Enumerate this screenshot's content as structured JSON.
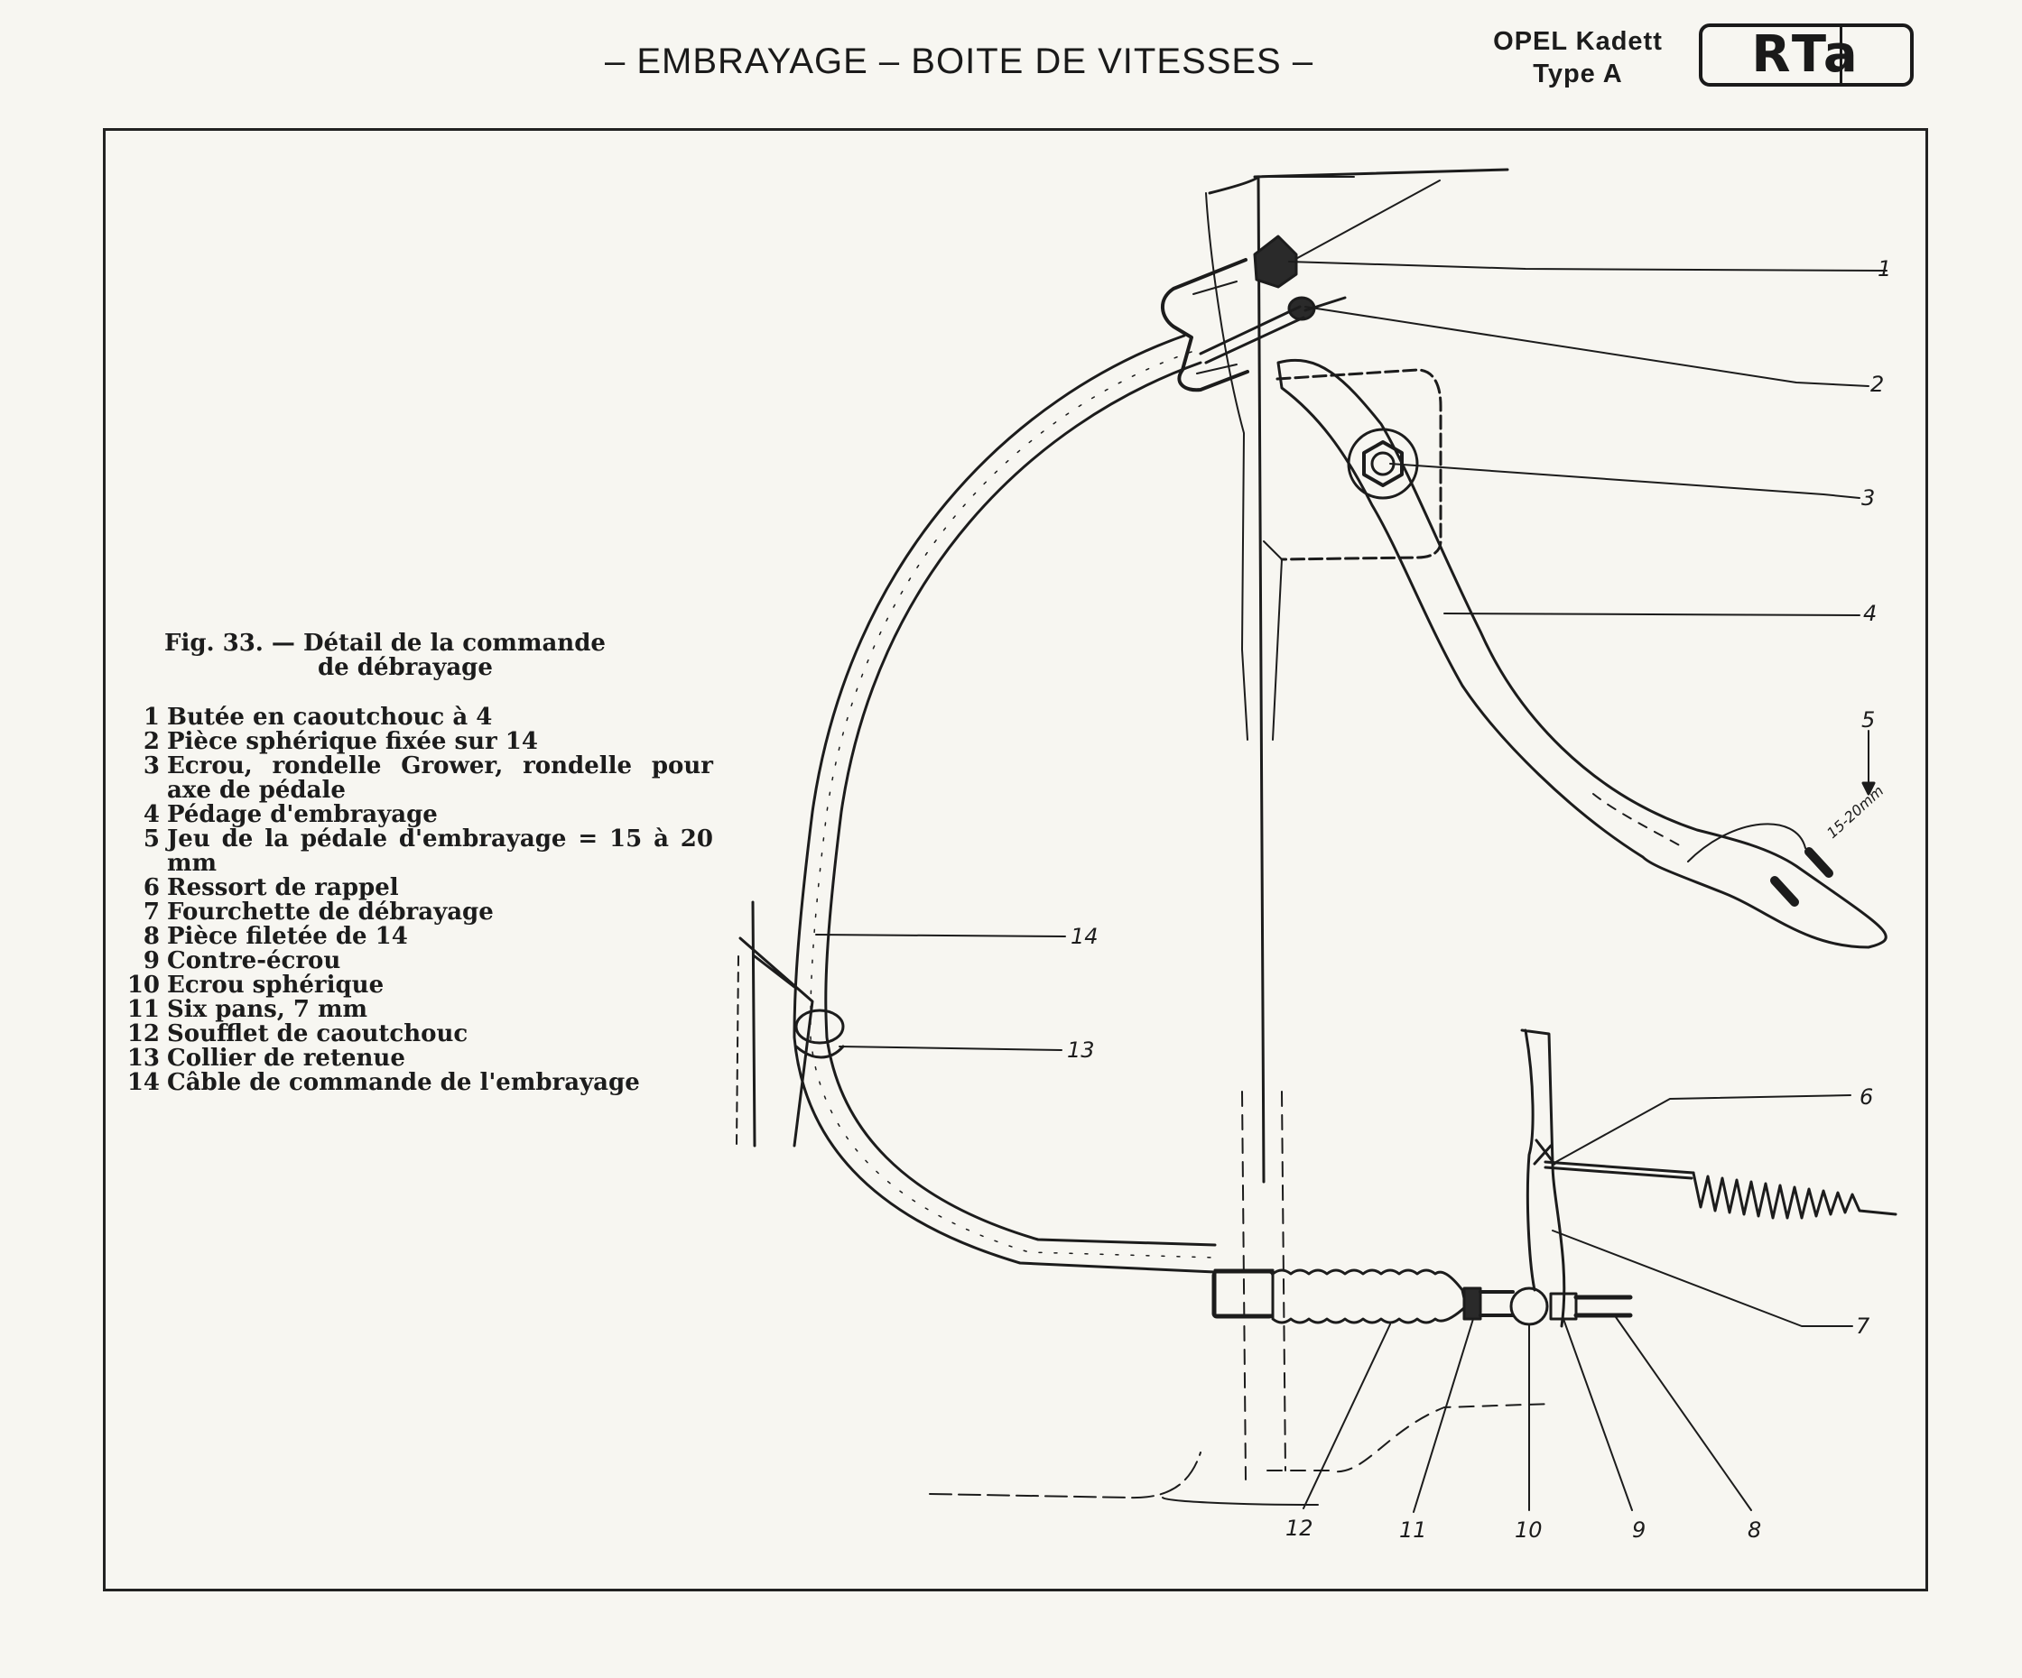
{
  "header": {
    "title": "– EMBRAYAGE – BOITE DE VITESSES –",
    "model_line1": "OPEL Kadett",
    "model_line2": "Type A",
    "logo_text": "RTa"
  },
  "figure": {
    "title_line1": "Fig. 33. — Détail de la commande",
    "title_line2": "de débrayage",
    "legend": [
      {
        "num": "1",
        "label": "Butée en caoutchouc à 4"
      },
      {
        "num": "2",
        "label": "Pièce sphérique fixée sur 14"
      },
      {
        "num": "3",
        "label": "Ecrou, rondelle Grower, rondelle pour axe de pédale"
      },
      {
        "num": "4",
        "label": "Pédage d'embrayage"
      },
      {
        "num": "5",
        "label": "Jeu de la pédale d'embrayage = 15 à 20 mm"
      },
      {
        "num": "6",
        "label": "Ressort de rappel"
      },
      {
        "num": "7",
        "label": "Fourchette de débrayage"
      },
      {
        "num": "8",
        "label": "Pièce filetée de 14"
      },
      {
        "num": "9",
        "label": "Contre-écrou"
      },
      {
        "num": "10",
        "label": "Ecrou sphérique"
      },
      {
        "num": "11",
        "label": "Six pans, 7 mm"
      },
      {
        "num": "12",
        "label": "Soufflet de caoutchouc"
      },
      {
        "num": "13",
        "label": "Collier de retenue"
      },
      {
        "num": "14",
        "label": "Câble de commande de l'embrayage"
      }
    ],
    "callouts": [
      "1",
      "2",
      "3",
      "4",
      "5",
      "6",
      "7",
      "8",
      "9",
      "10",
      "11",
      "12",
      "13",
      "14"
    ],
    "dimension_label": "15-20mm"
  }
}
